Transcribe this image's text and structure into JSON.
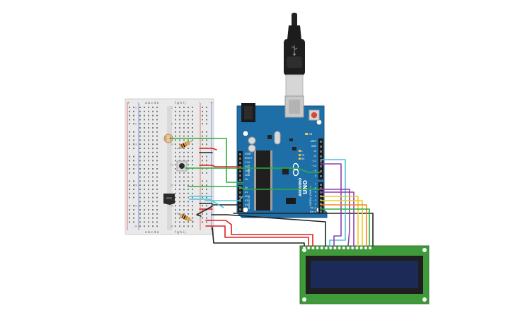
{
  "breadboard": {
    "column_letters_left": "a b c d e",
    "column_letters_right": "f g h i j",
    "rail_plus": "+",
    "rail_minus": "-",
    "row_numbers": [
      "1",
      "5",
      "10",
      "15",
      "20",
      "25",
      "30"
    ]
  },
  "arduino": {
    "brand": "ARDUINO",
    "model": "UNO",
    "left_labels": [
      "IOREF",
      "RESET",
      "3.3V",
      "5V",
      "GND",
      "GND",
      "Vin"
    ],
    "analog_labels": [
      "A0",
      "A1",
      "A2",
      "A3",
      "A4",
      "A5"
    ],
    "power_header_label": "POWER",
    "analog_header_label": "ANALOG IN",
    "digital_header_label": "DIGITAL (PWM~)",
    "top_labels": [
      "AREF",
      "GND",
      "13",
      "12",
      "~11",
      "~10",
      "~9",
      "8"
    ],
    "bottom_labels": [
      "7",
      "~6",
      "~5",
      "4",
      "~3",
      "2",
      "TX→1",
      "RX←0"
    ],
    "on_label": "ON",
    "tx_label": "TX",
    "rx_label": "RX",
    "l_label": "L"
  },
  "lcd": {
    "pin_count": 16
  },
  "colors": {
    "wire_green": "#2fae3f",
    "wire_red": "#e01f1f",
    "wire_black": "#222222",
    "wire_cyan": "#4fc3d9",
    "wire_purple": "#8e3fb3",
    "wire_yellow": "#f2c81d",
    "wire_orange": "#f08a24",
    "board_blue": "#1e6fa8",
    "lcd_green": "#3f9a3a",
    "lcd_screen": "#1b2a56"
  }
}
